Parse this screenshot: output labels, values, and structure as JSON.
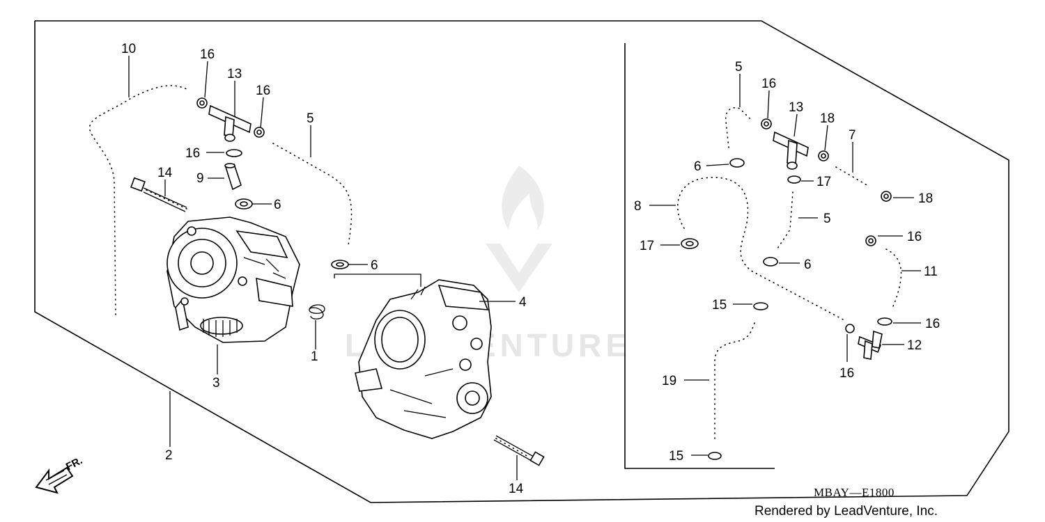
{
  "diagram": {
    "callouts": [
      {
        "id": "c10",
        "text": "10"
      },
      {
        "id": "c16a",
        "text": "16"
      },
      {
        "id": "c13a",
        "text": "13"
      },
      {
        "id": "c16b",
        "text": "16"
      },
      {
        "id": "c5a",
        "text": "5"
      },
      {
        "id": "c16c",
        "text": "16"
      },
      {
        "id": "c14a",
        "text": "14"
      },
      {
        "id": "c9",
        "text": "9"
      },
      {
        "id": "c6a",
        "text": "6"
      },
      {
        "id": "c6b",
        "text": "6"
      },
      {
        "id": "c4",
        "text": "4"
      },
      {
        "id": "c1",
        "text": "1"
      },
      {
        "id": "c3",
        "text": "3"
      },
      {
        "id": "c2",
        "text": "2"
      },
      {
        "id": "c14b",
        "text": "14"
      },
      {
        "id": "c5b",
        "text": "5"
      },
      {
        "id": "c16d",
        "text": "16"
      },
      {
        "id": "c13b",
        "text": "13"
      },
      {
        "id": "c18a",
        "text": "18"
      },
      {
        "id": "c7",
        "text": "7"
      },
      {
        "id": "c6c",
        "text": "6"
      },
      {
        "id": "c17a",
        "text": "17"
      },
      {
        "id": "c8",
        "text": "8"
      },
      {
        "id": "c18b",
        "text": "18"
      },
      {
        "id": "c5c",
        "text": "5"
      },
      {
        "id": "c16e",
        "text": "16"
      },
      {
        "id": "c17b",
        "text": "17"
      },
      {
        "id": "c6d",
        "text": "6"
      },
      {
        "id": "c11",
        "text": "11"
      },
      {
        "id": "c15a",
        "text": "15"
      },
      {
        "id": "c16f",
        "text": "16"
      },
      {
        "id": "c12",
        "text": "12"
      },
      {
        "id": "c16g",
        "text": "16"
      },
      {
        "id": "c19",
        "text": "19"
      },
      {
        "id": "c15b",
        "text": "15"
      }
    ],
    "direction_label": "FR.",
    "diagram_code": "MBAY—E1800",
    "credit": "Rendered by LeadVenture, Inc.",
    "watermark": "LEADVENTURE"
  }
}
